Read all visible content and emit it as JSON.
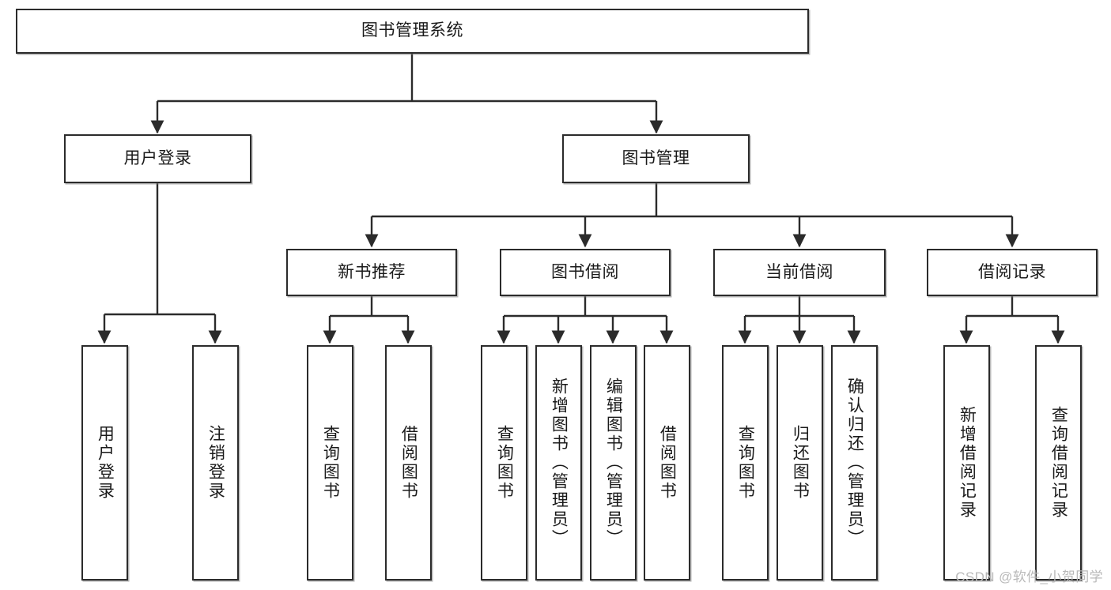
{
  "diagram": {
    "title_node": {
      "label": "图书管理系统"
    },
    "level2": [
      {
        "label": "用户登录"
      },
      {
        "label": "图书管理"
      }
    ],
    "level3": [
      {
        "label": "新书推荐"
      },
      {
        "label": "图书借阅"
      },
      {
        "label": "当前借阅"
      },
      {
        "label": "借阅记录"
      }
    ],
    "leaves": {
      "user_login": [
        {
          "label": "用户登录"
        },
        {
          "label": "注销登录"
        }
      ],
      "new_book_recommend": [
        {
          "label": "查询图书"
        },
        {
          "label": "借阅图书"
        }
      ],
      "book_borrow": [
        {
          "label": "查询图书"
        },
        {
          "label": "新增图书（管理员）"
        },
        {
          "label": "编辑图书（管理员）"
        },
        {
          "label": "借阅图书"
        }
      ],
      "current_borrow": [
        {
          "label": "查询图书"
        },
        {
          "label": "归还图书"
        },
        {
          "label": "确认归还（管理员）"
        }
      ],
      "borrow_record": [
        {
          "label": "新增借阅记录"
        },
        {
          "label": "查询借阅记录"
        }
      ]
    }
  },
  "watermark": {
    "text": "CSDN @软件_小贺同学"
  },
  "colors": {
    "border": "#2b2b2b",
    "text": "#1a1a1a",
    "background": "#ffffff",
    "watermark": "#b9b9b9"
  }
}
